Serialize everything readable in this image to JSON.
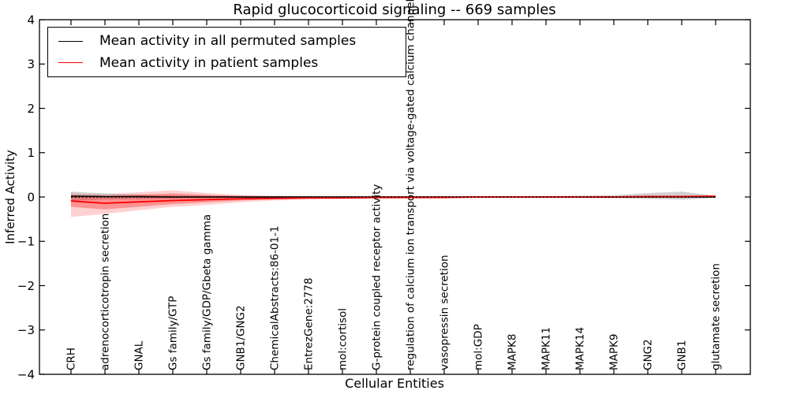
{
  "chart_data": {
    "type": "line",
    "title": "Rapid glucocorticoid signaling -- 669 samples",
    "xlabel": "Cellular Entities",
    "ylabel": "Inferred Activity",
    "ylim": [
      -4,
      4
    ],
    "yticks": [
      -4,
      -3,
      -2,
      -1,
      0,
      1,
      2,
      3,
      4
    ],
    "grid": false,
    "legend_position": "upper left",
    "categories": [
      "CRH",
      "adrenocorticotropin secretion",
      "GNAL",
      "Gs family/GTP",
      "Gs family/GDP/Gbeta gamma",
      "GNB1/GNG2",
      "ChemicalAbstracts:86-01-1",
      "EntrezGene:2778",
      "mol:cortisol",
      "G-protein coupled receptor activity",
      "regulation of calcium ion transport via voltage-gated calcium channel",
      "vasopressin secretion",
      "mol:GDP",
      "MAPK8",
      "MAPK11",
      "MAPK14",
      "MAPK9",
      "GNG2",
      "GNB1",
      "glutamate secretion"
    ],
    "series": [
      {
        "name": "Mean activity in all permuted samples",
        "color": "#000000",
        "style": "solid",
        "values": [
          0.02,
          0.01,
          0.01,
          0.0,
          0.0,
          0.0,
          0.0,
          0.0,
          0.0,
          0.0,
          0.0,
          0.0,
          0.0,
          0.0,
          0.0,
          0.0,
          0.0,
          0.0,
          0.0,
          0.0
        ]
      },
      {
        "name": "Mean activity in patient samples",
        "color": "#ff0000",
        "style": "solid",
        "values": [
          -0.09,
          -0.14,
          -0.11,
          -0.08,
          -0.06,
          -0.04,
          -0.03,
          -0.02,
          -0.02,
          -0.01,
          -0.01,
          -0.01,
          0.0,
          0.0,
          0.0,
          0.0,
          0.0,
          0.01,
          0.01,
          0.02
        ]
      }
    ],
    "zero_line": {
      "value": 0,
      "color": "#000000",
      "style": "dotted"
    },
    "bands": [
      {
        "name": "permuted-samples-range",
        "color": "#999999",
        "opacity": 0.45,
        "upper": [
          0.12,
          0.08,
          0.06,
          0.04,
          0.03,
          0.03,
          0.02,
          0.02,
          0.02,
          0.02,
          0.02,
          0.02,
          0.02,
          0.02,
          0.02,
          0.03,
          0.04,
          0.09,
          0.12,
          0.03
        ],
        "lower": [
          -0.08,
          -0.06,
          -0.05,
          -0.04,
          -0.03,
          -0.02,
          -0.02,
          -0.02,
          -0.02,
          -0.02,
          -0.02,
          -0.02,
          -0.02,
          -0.02,
          -0.02,
          -0.02,
          -0.03,
          -0.04,
          -0.06,
          -0.02
        ]
      },
      {
        "name": "patient-samples-outer-band",
        "color": "#ff0000",
        "opacity": 0.18,
        "upper": [
          0.08,
          0.06,
          0.11,
          0.15,
          0.09,
          0.05,
          0.03,
          0.02,
          0.02,
          0.02,
          0.02,
          0.02,
          0.02,
          0.02,
          0.02,
          0.02,
          0.02,
          0.03,
          0.03,
          0.03
        ],
        "lower": [
          -0.45,
          -0.38,
          -0.3,
          -0.22,
          -0.18,
          -0.12,
          -0.08,
          -0.06,
          -0.05,
          -0.04,
          -0.03,
          -0.03,
          -0.02,
          -0.02,
          -0.02,
          -0.02,
          -0.02,
          -0.01,
          -0.01,
          0.0
        ]
      },
      {
        "name": "patient-samples-inner-band",
        "color": "#ff0000",
        "opacity": 0.3,
        "upper": [
          0.03,
          0.02,
          0.05,
          0.08,
          0.05,
          0.02,
          0.01,
          0.01,
          0.01,
          0.01,
          0.01,
          0.01,
          0.01,
          0.01,
          0.01,
          0.01,
          0.01,
          0.02,
          0.02,
          0.02
        ],
        "lower": [
          -0.22,
          -0.28,
          -0.22,
          -0.16,
          -0.12,
          -0.08,
          -0.05,
          -0.04,
          -0.03,
          -0.02,
          -0.02,
          -0.02,
          -0.01,
          -0.01,
          -0.01,
          -0.01,
          -0.01,
          0.0,
          0.0,
          0.01
        ]
      }
    ]
  }
}
